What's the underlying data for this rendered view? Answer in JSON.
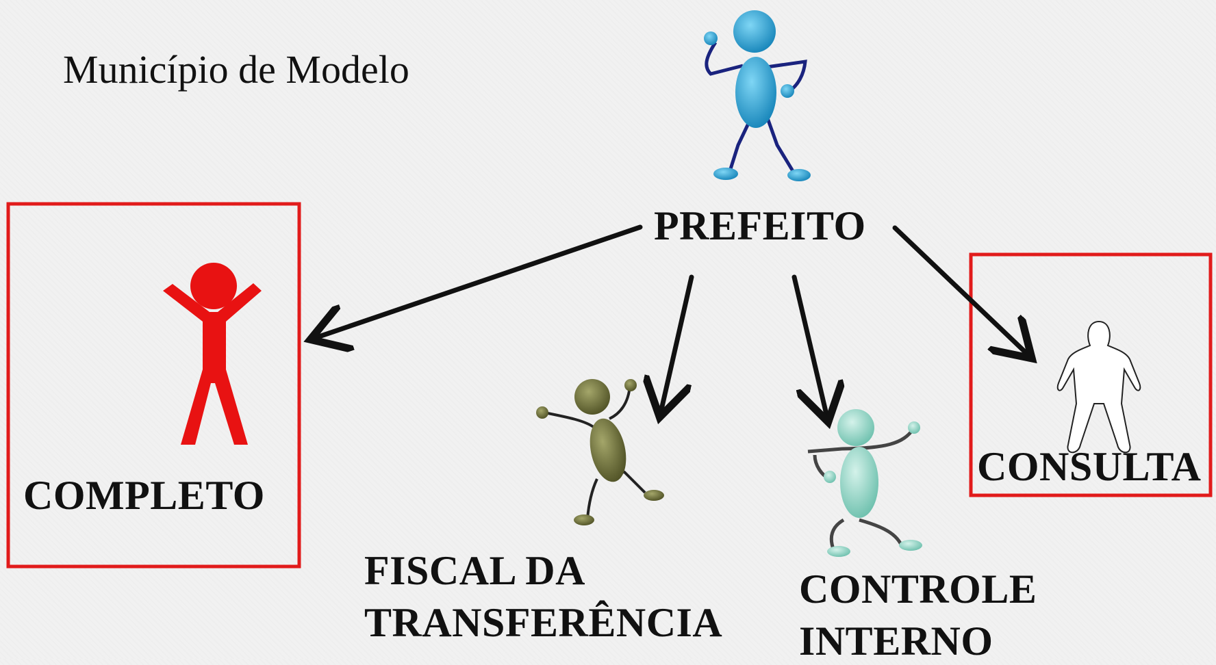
{
  "subtitle": "Município de Modelo",
  "roles": {
    "prefeito": "PREFEITO",
    "completo": "COMPLETO",
    "fiscal_line1": "FISCAL DA",
    "fiscal_line2": "TRANSFERÊNCIA",
    "controle_line1": "CONTROLE",
    "controle_line2": "INTERNO",
    "consulta": "CONSULTA"
  },
  "colors": {
    "highlight_box": "#e11b1b",
    "prefeito_figure": "#2aa0d2",
    "completo_figure": "#e81212",
    "fiscal_figure": "#6d6f38",
    "controle_figure": "#8fd4c4",
    "consulta_figure": "#ffffff",
    "arrow": "#111111"
  },
  "icons": [
    "prefeito-figure-icon",
    "completo-figure-icon",
    "fiscal-figure-icon",
    "controle-figure-icon",
    "consulta-figure-icon"
  ]
}
